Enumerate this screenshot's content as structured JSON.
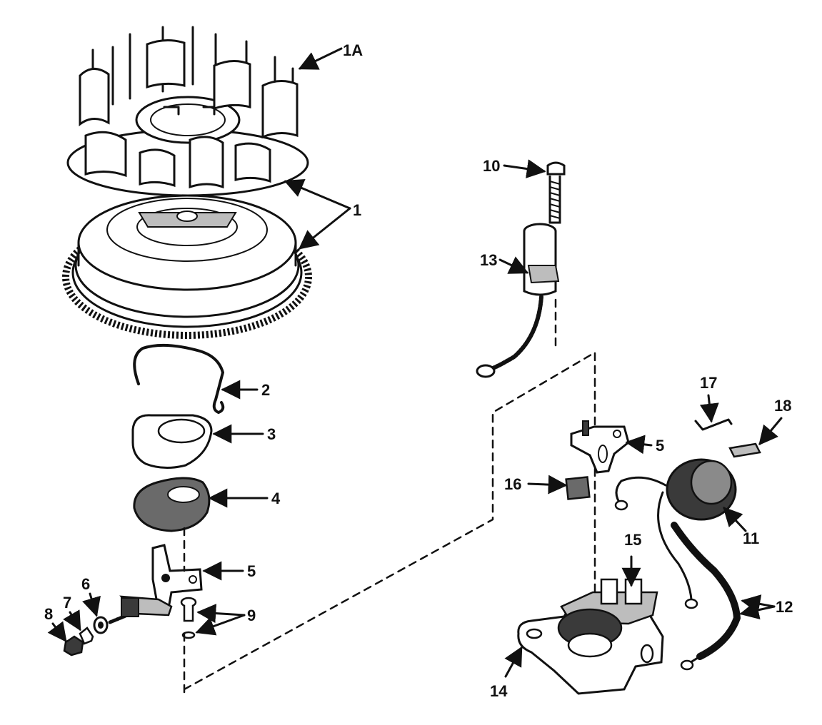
{
  "labels": {
    "l1a": "1A",
    "l1": "1",
    "l2": "2",
    "l3": "3",
    "l4": "4",
    "l5a": "5",
    "l5b": "5",
    "l6": "6",
    "l7": "7",
    "l8": "8",
    "l9": "9",
    "l10": "10",
    "l11": "11",
    "l12": "12",
    "l13": "13",
    "l14": "14",
    "l15": "15",
    "l16": "16",
    "l17": "17",
    "l18": "18"
  },
  "colors": {
    "ink": "#111111",
    "paper": "#ffffff"
  }
}
